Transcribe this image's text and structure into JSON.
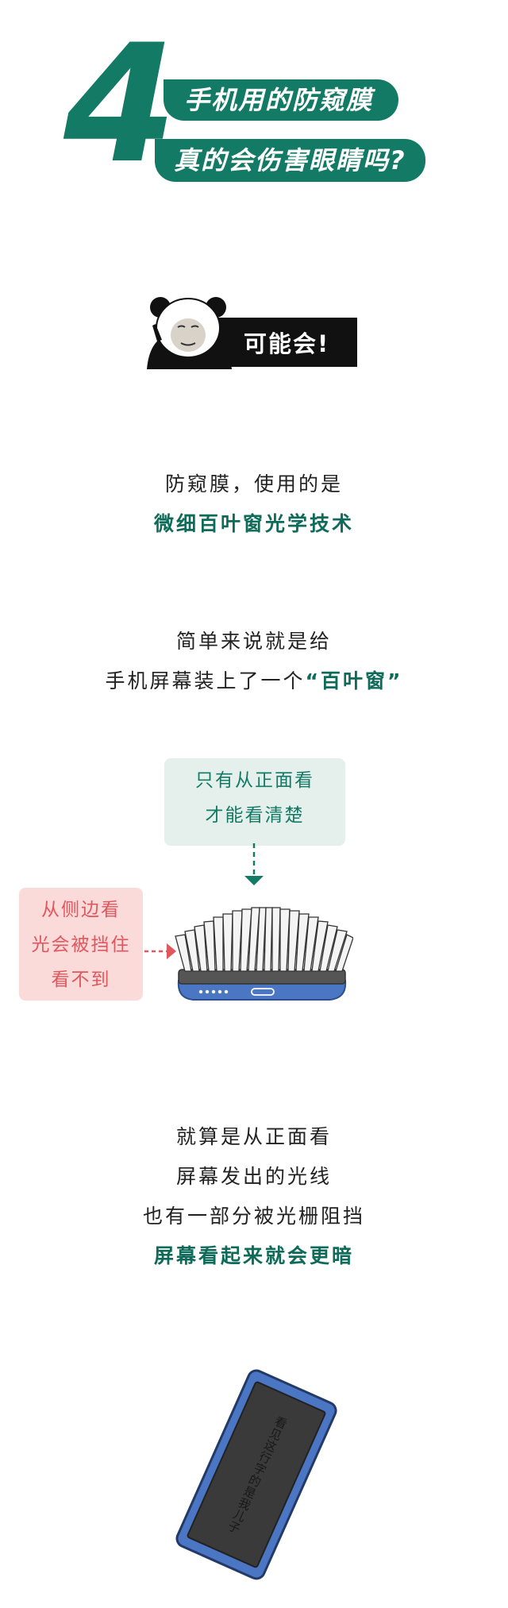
{
  "title": {
    "number": "4",
    "line1": "手机用的防窥膜",
    "line2": "真的会伤害眼睛吗?"
  },
  "meme": {
    "caption": "可能会!"
  },
  "intro": {
    "line1": "防窥膜，使用的是",
    "line2": "微细百叶窗光学技术"
  },
  "explain": {
    "line1": "简单来说就是给",
    "line2_prefix": "手机屏幕装上了一个",
    "line2_highlight": "“百叶窗”"
  },
  "diagram": {
    "front_note": [
      "只有从正面看",
      "才能看清楚"
    ],
    "side_note": [
      "从侧边看",
      "光会被挡住",
      "看不到"
    ]
  },
  "conclusion": {
    "line1": "就算是从正面看",
    "line2": "屏幕发出的光线",
    "line3": "也有一部分被光栅阻挡",
    "line4": "屏幕看起来就会更暗"
  },
  "phone_screen_text": "看见这行字的是我儿子",
  "colors": {
    "accent": "#137a65",
    "note_green_bg": "#e5f0ed",
    "note_pink_bg": "#fbdada",
    "note_pink_text": "#e0575e",
    "phone_blue": "#4a76c4"
  }
}
